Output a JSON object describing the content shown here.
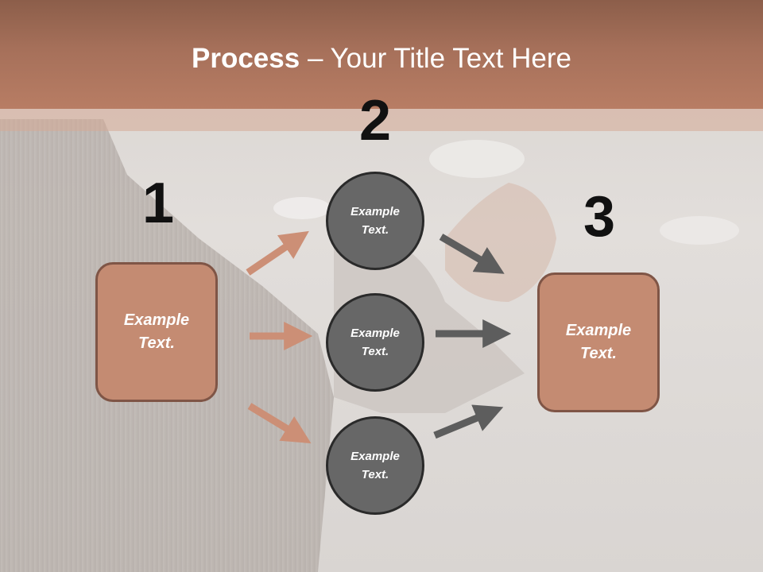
{
  "title": {
    "bold": "Process",
    "rest": " – Your Title Text Here"
  },
  "numbers": [
    "1",
    "2",
    "3"
  ],
  "left_box": {
    "line1": "Example",
    "line2": "Text."
  },
  "circles": [
    {
      "line1": "Example",
      "line2": "Text."
    },
    {
      "line1": "Example",
      "line2": "Text."
    },
    {
      "line1": "Example",
      "line2": "Text."
    }
  ],
  "right_box": {
    "line1": "Example",
    "line2": "Text."
  },
  "colors": {
    "title_band": "#b87d64",
    "box_fill": "#c48b72",
    "box_border": "#7f5546",
    "circle_fill": "#676767",
    "circle_border": "#2a2a2a",
    "arrow_salmon": "#cc8f76",
    "arrow_gray": "#5d5d5d"
  }
}
